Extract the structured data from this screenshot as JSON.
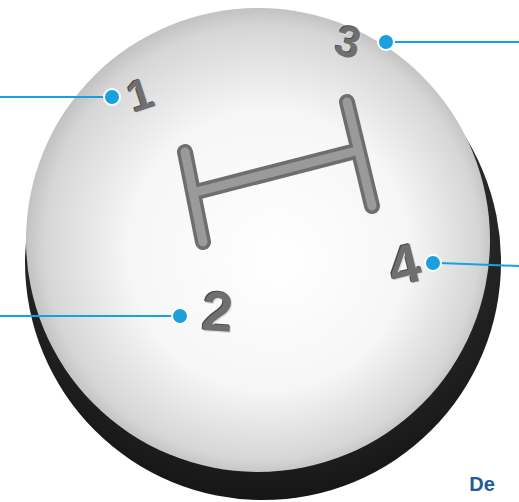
{
  "diagram": {
    "labels": [
      "1",
      "3",
      "2",
      "4",
      "De"
    ]
  }
}
